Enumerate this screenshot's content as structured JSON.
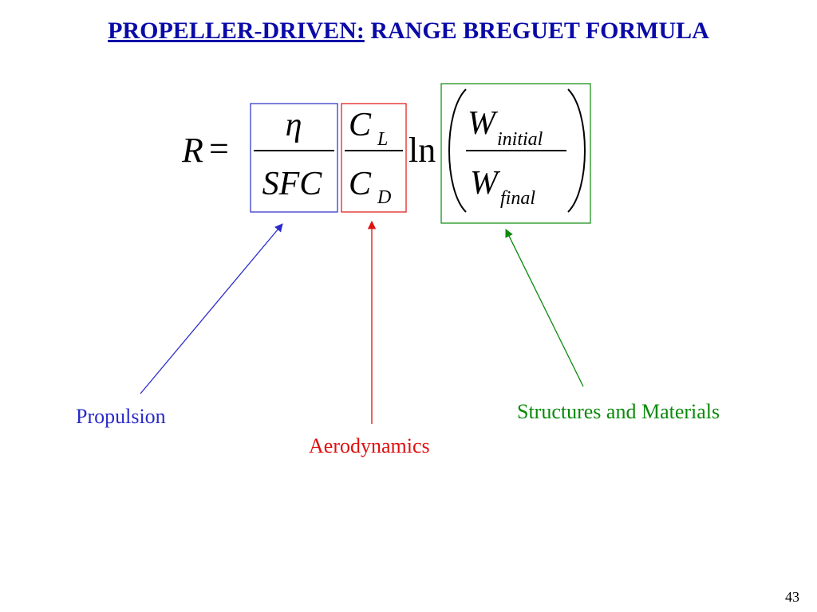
{
  "title": {
    "prefix": "PROPELLER-DRIVEN:",
    "rest": " RANGE BREGUET FORMULA"
  },
  "formula": {
    "lhs": "R",
    "equals": "=",
    "eta": "η",
    "sfc": "SFC",
    "c_lift": "C",
    "c_lift_sub": "L",
    "c_drag": "C",
    "c_drag_sub": "D",
    "ln": "ln",
    "w_initial": "W",
    "w_initial_sub": "initial",
    "w_final": "W",
    "w_final_sub": "final"
  },
  "labels": {
    "propulsion": "Propulsion",
    "aerodynamics": "Aerodynamics",
    "structures": "Structures and Materials"
  },
  "page_number": "43",
  "colors": {
    "title": "#0a0aa8",
    "propulsion": "#2a2acc",
    "aerodynamics": "#e01010",
    "structures": "#0a8a0a"
  }
}
